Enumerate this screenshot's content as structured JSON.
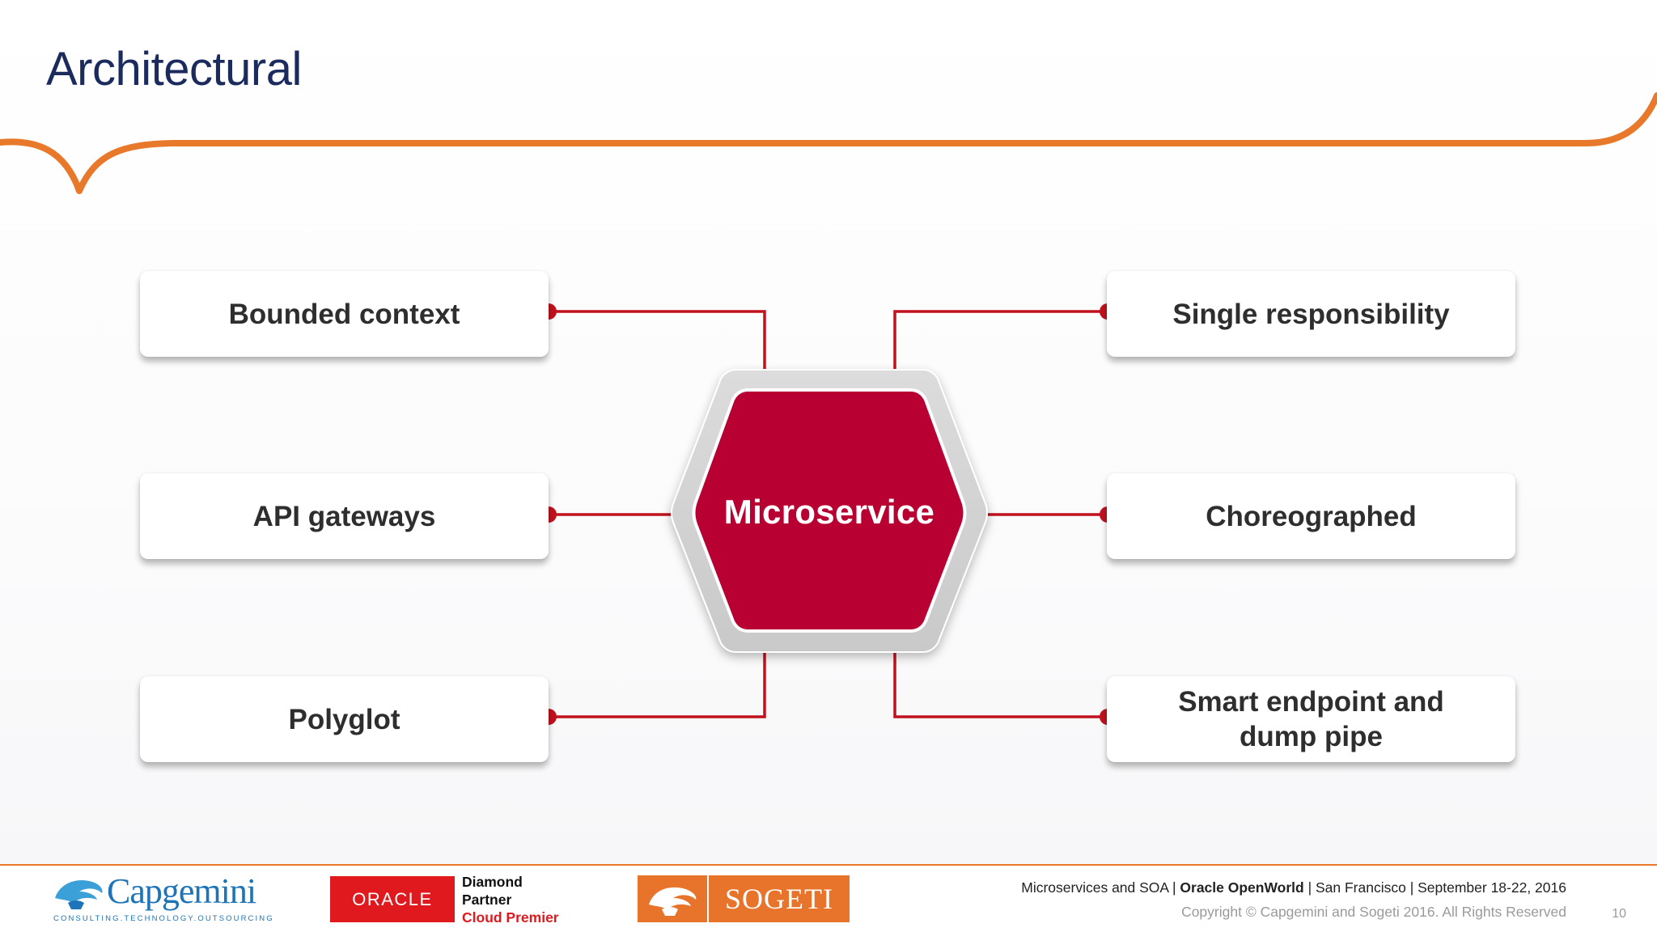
{
  "slide": {
    "title": "Architectural"
  },
  "diagram": {
    "center_label": "Microservice",
    "left_items": [
      {
        "label": "Bounded context"
      },
      {
        "label": "API gateways"
      },
      {
        "label": "Polyglot"
      }
    ],
    "right_items": [
      {
        "label": "Single responsibility"
      },
      {
        "label": "Choreographed"
      },
      {
        "label": "Smart endpoint and\ndump pipe"
      }
    ],
    "colors": {
      "hexagon_fill": "#b80032",
      "connector": "#c0121e",
      "header_curve": "#e8782a",
      "title": "#1b2b5e"
    }
  },
  "footer": {
    "capgemini": {
      "name": "Capgemini",
      "tagline": "CONSULTING.TECHNOLOGY.OUTSOURCING"
    },
    "oracle": {
      "logo_text": "ORACLE",
      "line1": "Diamond",
      "line2": "Partner",
      "line3": "Cloud Premier"
    },
    "sogeti": {
      "name": "SOGETI"
    },
    "event": {
      "part1": "Microservices and SOA | ",
      "part2": "Oracle OpenWorld",
      "part3": " | San Francisco | September 18-22, 2016"
    },
    "copyright": "Copyright © Capgemini and Sogeti 2016. All Rights Reserved",
    "page_number": "10"
  }
}
